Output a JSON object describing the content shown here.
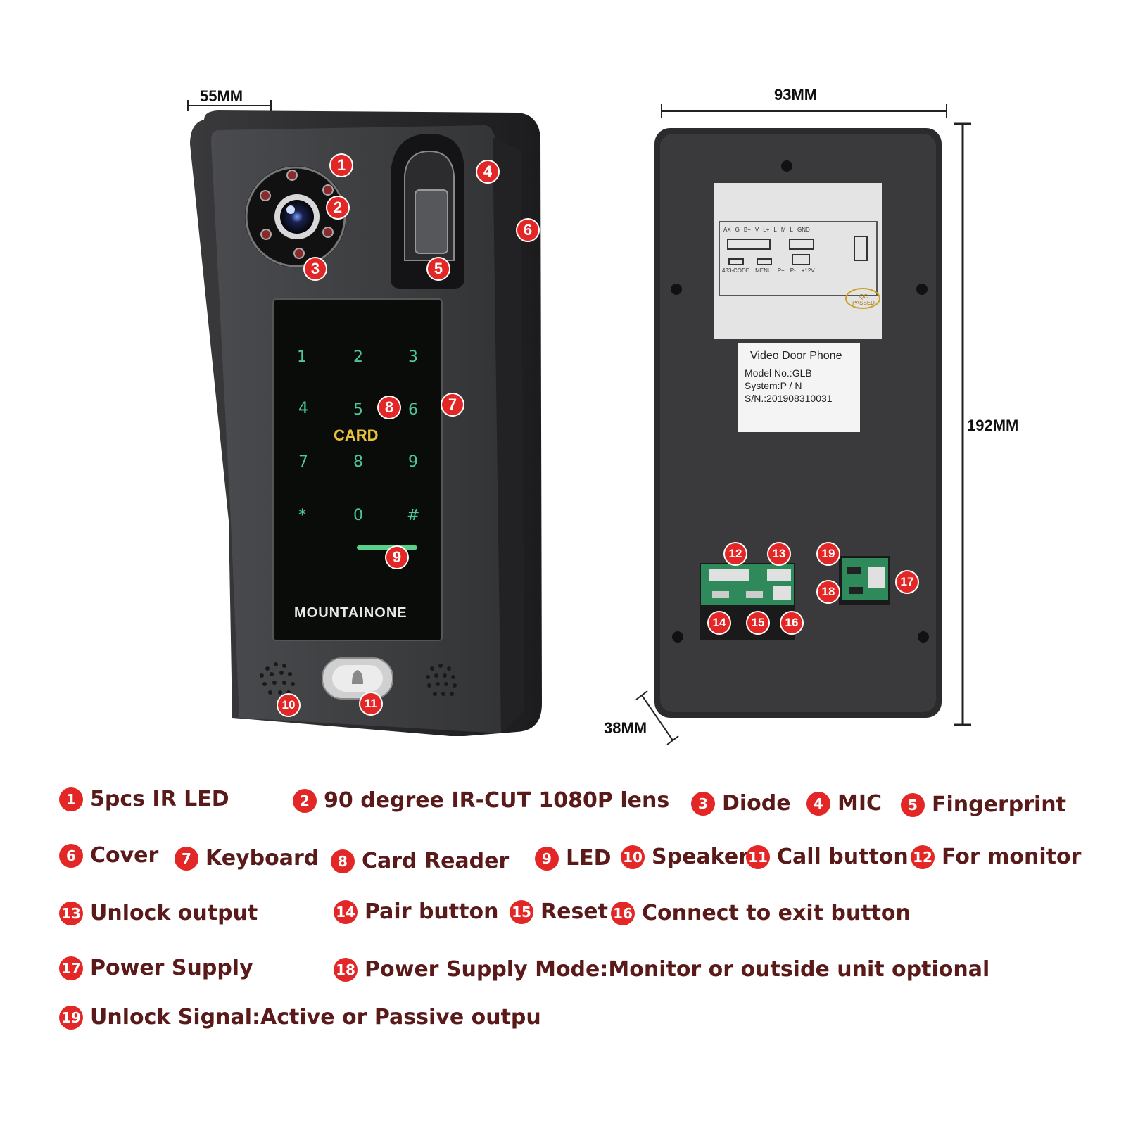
{
  "dimensions": {
    "width": "55MM",
    "depth_front": "93MM",
    "height": "192MM",
    "thickness": "38MM"
  },
  "front_unit": {
    "brand": "MOUNTAINONE",
    "card_label": "CARD",
    "keys": [
      "1",
      "2",
      "3",
      "4",
      "5",
      "6",
      "7",
      "8",
      "9",
      "*",
      "0",
      "#"
    ]
  },
  "back_unit": {
    "label_title": "Video Door Phone",
    "label_model": "Model No.:GLB",
    "label_system": "System:P / N",
    "label_sn": "S/N.:201908310031",
    "qc_stamp": "QC PASSED",
    "wiring_terms": [
      "AX",
      "G",
      "B+",
      "V",
      "L+",
      "L",
      "M",
      "L",
      "GND",
      "433-CODE",
      "MENU",
      "P+",
      "P-",
      "+12V"
    ]
  },
  "callouts": {
    "c1": "1",
    "c2": "2",
    "c3": "3",
    "c4": "4",
    "c5": "5",
    "c6": "6",
    "c7": "7",
    "c8": "8",
    "c9": "9",
    "c10": "10",
    "c11": "11",
    "c12": "12",
    "c13": "13",
    "c14": "14",
    "c15": "15",
    "c16": "16",
    "c17": "17",
    "c18": "18",
    "c19": "19"
  },
  "legend": [
    {
      "num": "1",
      "text": "5pcs IR LED"
    },
    {
      "num": "2",
      "text": "90 degree IR-CUT 1080P lens"
    },
    {
      "num": "3",
      "text": "Diode"
    },
    {
      "num": "4",
      "text": "MIC"
    },
    {
      "num": "5",
      "text": "Fingerprint"
    },
    {
      "num": "6",
      "text": "Cover"
    },
    {
      "num": "7",
      "text": "Keyboard"
    },
    {
      "num": "8",
      "text": "Card Reader"
    },
    {
      "num": "9",
      "text": "LED"
    },
    {
      "num": "10",
      "text": "Speaker"
    },
    {
      "num": "11",
      "text": "Call button"
    },
    {
      "num": "12",
      "text": "For monitor"
    },
    {
      "num": "13",
      "text": "Unlock output"
    },
    {
      "num": "14",
      "text": "Pair button"
    },
    {
      "num": "15",
      "text": "Reset"
    },
    {
      "num": "16",
      "text": "Connect to exit button"
    },
    {
      "num": "17",
      "text": "Power Supply"
    },
    {
      "num": "18",
      "text": "Power Supply Mode:Monitor or outside unit optional"
    },
    {
      "num": "19",
      "text": "Unlock Signal:Active or Passive outpu"
    }
  ],
  "colors": {
    "callout": "#e32626",
    "legend_text": "#5a1a1a",
    "key_glow": "#4ec89a",
    "card_label": "#e8c23a"
  }
}
